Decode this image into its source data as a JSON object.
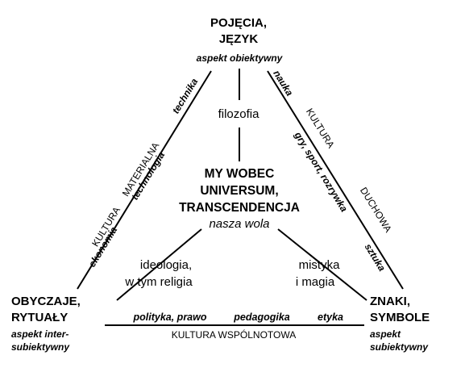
{
  "top_vertex": {
    "line1": "POJĘCIA,",
    "line2": "JĘZYK",
    "aspect": "aspekt obiektywny"
  },
  "left_vertex": {
    "line1": "OBYCZAJE,",
    "line2": "RYTUAŁY",
    "aspect1": "aspekt inter-",
    "aspect2": "subiektywny"
  },
  "right_vertex": {
    "line1": "ZNAKI,",
    "line2": "SYMBOLE",
    "aspect1": "aspekt",
    "aspect2": "subiektywny"
  },
  "center": {
    "line1": "MY  WOBEC",
    "line2": "UNIVERSUM,",
    "line3": "TRANSCENDENCJA",
    "line4": "nasza wola"
  },
  "spokes": {
    "top": "filozofia",
    "left1": "ideologia,",
    "left2": "w tym religia",
    "right1": "mistyka",
    "right2": "i magia"
  },
  "left_edge": {
    "outer_kultura": "KULTURA",
    "outer_materialna": "MATERIALNA",
    "inner_ekonomia": "ekonomia",
    "inner_technologia": "technologia",
    "outer_technika": "technika"
  },
  "right_edge": {
    "outer_nauka": "nauka",
    "outer_kultura": "KULTURA",
    "outer_duchowa": "DUCHOWA",
    "inner_gry": "gry, sport, rozrywka",
    "inner_sztuka": "sztuka"
  },
  "bottom_edge": {
    "polityka": "polityka, prawo",
    "pedagogika": "pedagogika",
    "etyka": "etyka",
    "kultura": "KULTURA  WSPÓLNOTOWA"
  },
  "colors": {
    "ink": "#000000",
    "background": "#ffffff"
  }
}
